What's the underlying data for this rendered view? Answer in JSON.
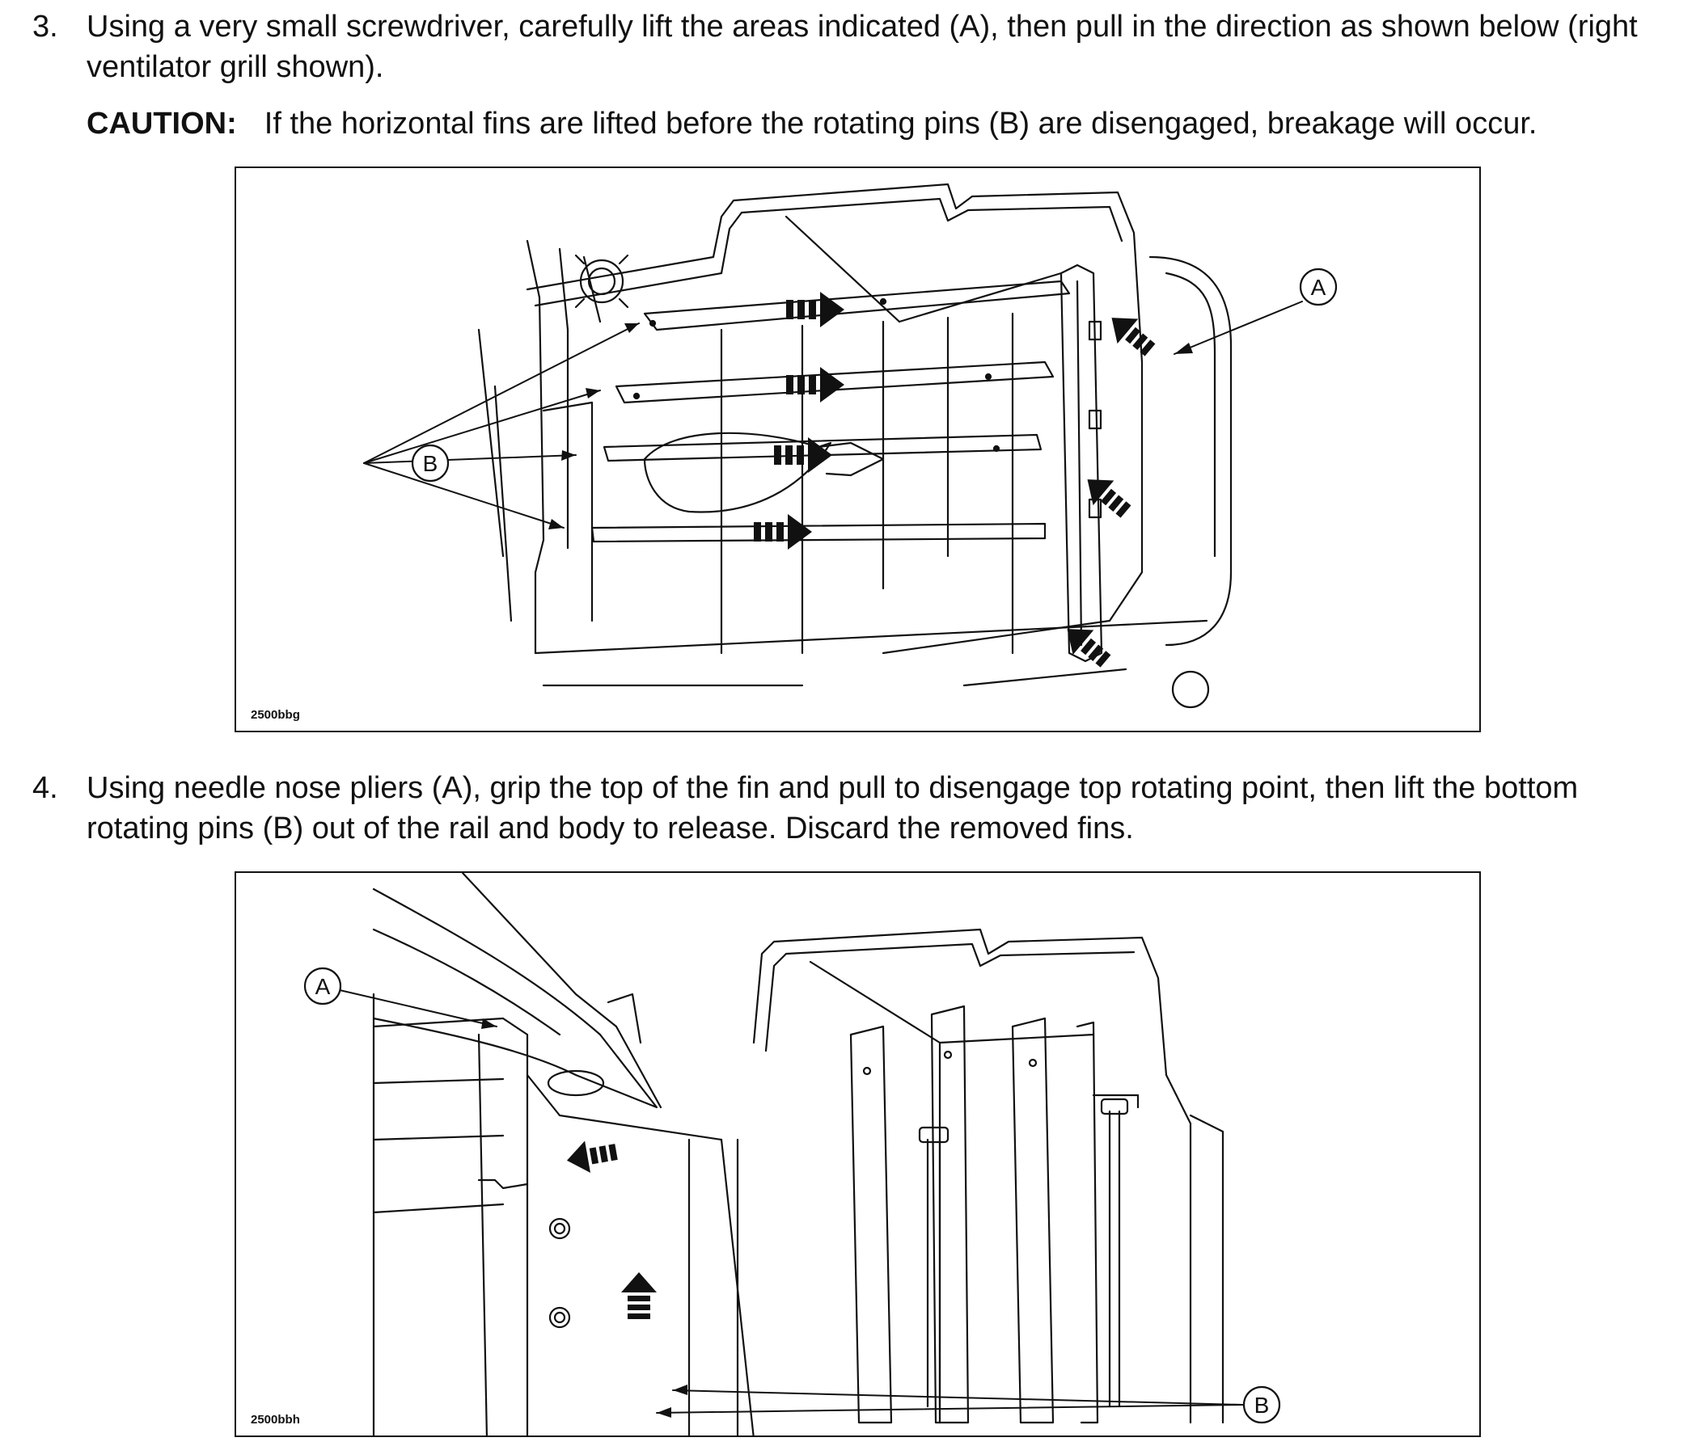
{
  "steps": [
    {
      "number": "3.",
      "text": "Using a very small screwdriver, carefully lift the areas indicated (A), then pull in the direction as shown below (right ventilator grill shown).",
      "caution_label": "CAUTION:",
      "caution_text": "If the horizontal fins are lifted before the rotating pins (B) are disengaged, breakage will occur."
    },
    {
      "number": "4.",
      "text": "Using needle nose pliers (A), grip the top of the fin and pull to disengage top rotating point, then lift the bottom rotating pins (B) out of the rail and body to release. Discard the removed fins."
    }
  ],
  "figures": [
    {
      "id": "2500bbg",
      "callouts": [
        "A",
        "B"
      ]
    },
    {
      "id": "2500bbh",
      "callouts": [
        "A",
        "B"
      ]
    }
  ]
}
